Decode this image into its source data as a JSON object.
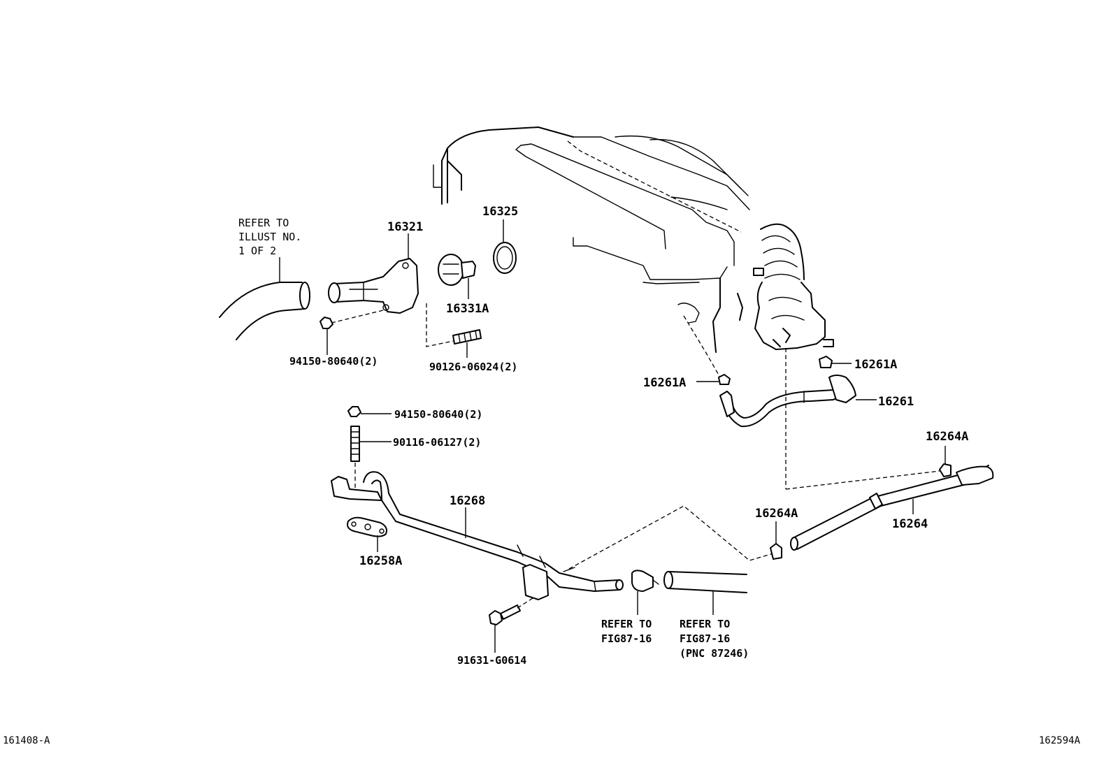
{
  "notes": {
    "refer_illust": [
      "REFER TO",
      "ILLUST NO.",
      "1 OF 2"
    ],
    "refer_fig_a": [
      "REFER TO",
      "FIG87-16"
    ],
    "refer_fig_b": [
      "REFER TO",
      "FIG87-16",
      "(PNC 87246)"
    ]
  },
  "parts": {
    "p16321": "16321",
    "p16325": "16325",
    "p16331A": "16331A",
    "p94150_top": "94150-80640(2)",
    "p90126": "90126-06024(2)",
    "p16261A_left": "16261A",
    "p16261A_right": "16261A",
    "p16261": "16261",
    "p94150_mid": "94150-80640(2)",
    "p90116": "90116-06127(2)",
    "p16268": "16268",
    "p16258A": "16258A",
    "p16264A_top": "16264A",
    "p16264A_mid": "16264A",
    "p16264": "16264",
    "p91631": "91631-G0614"
  },
  "footer": {
    "left_code": "161408-A",
    "right_code": "162594A"
  }
}
